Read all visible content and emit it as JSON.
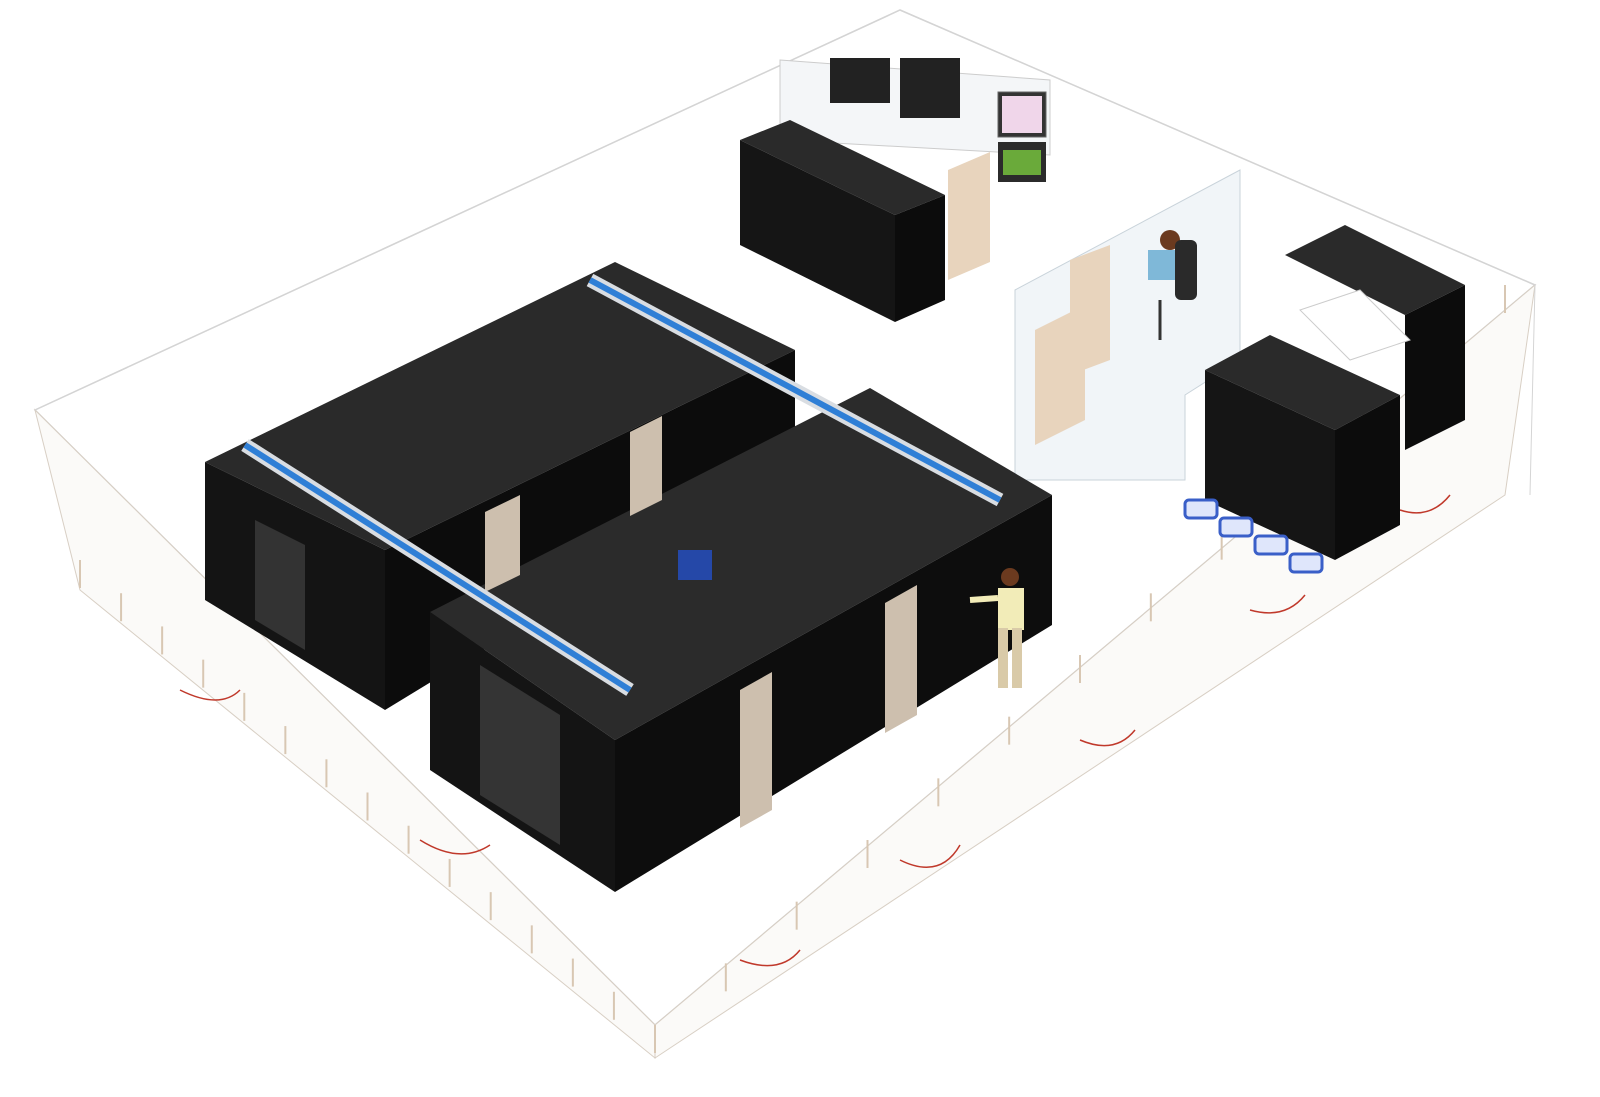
{
  "scene": {
    "colors": {
      "background": "#ffffff",
      "floor_edge": "#d8cfc4",
      "rack_black": "#1a1a1a",
      "rack_top": "#2a2a2a",
      "rack_side": "#0e0e0e",
      "cable_tray_blue": "#2f7fd6",
      "tray_frame": "#d9dde2",
      "wall_glass": "#e8edf1",
      "door_tan": "#e8d4bd",
      "floor_tile_blue": "#3a5fc8",
      "cable_red": "#c0392b",
      "person_shirt": "#f2ecb8",
      "person_pants": "#d9caa8"
    },
    "objects": [
      "raised-floor",
      "rack-row-block-a",
      "rack-row-block-b",
      "overhead-cable-trays",
      "control-room",
      "operator-at-desk",
      "technician",
      "ups-cabinets",
      "power-racks",
      "perforated-floor-tiles"
    ]
  }
}
